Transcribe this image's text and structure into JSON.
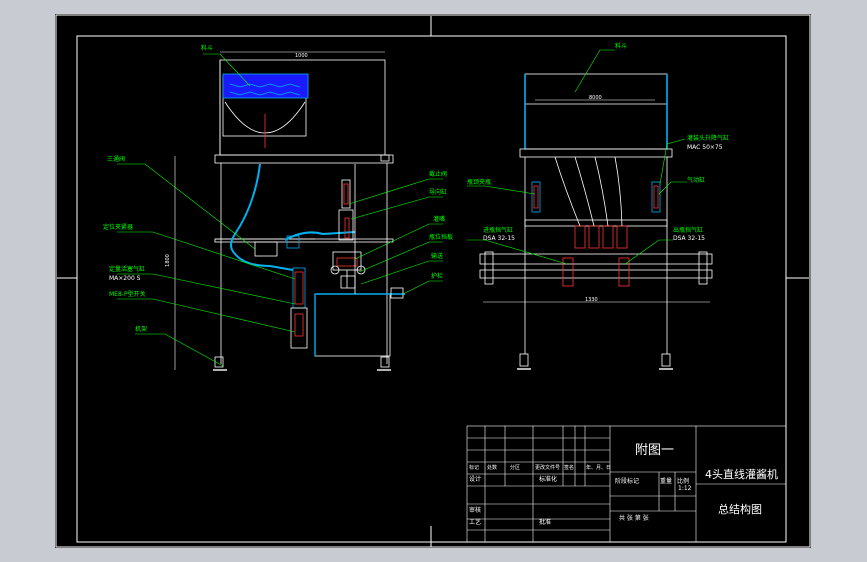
{
  "title_block": {
    "appendix": "附图一",
    "machine_name": "4头直线灌酱机",
    "drawing_name": "总结构图",
    "scale": "1:12",
    "marks_row": [
      "标记",
      "处数",
      "分区",
      "更改文件号",
      "签名",
      "年、月、日"
    ],
    "design": "设计",
    "standardization": "标准化",
    "stage_label": "阶段标记",
    "weight_label": "重量",
    "scale_label": "比例",
    "review": "审核",
    "process": "工艺",
    "approve": "批准",
    "sheets_label": "共  张  第  张"
  },
  "front_view": {
    "top_width_dim": "1000",
    "height_dim": "1800",
    "labels": {
      "hopper": "料斗",
      "tee": "三通阀",
      "fixing_clamp": "定位夹紧器",
      "main_cylinder": "定量活塞气缸",
      "main_cylinder_spec": "MA×200 S",
      "proximity_switch": "ME8-P型开关",
      "frame": "机架",
      "stop_valve": "截止阀",
      "nozzle_cylinder": "导向缸",
      "nozzle": "灌嘴",
      "bottle_stopper": "瓶位挡板",
      "conveyor": "输送",
      "guide_rail": "护栏"
    }
  },
  "side_view": {
    "top_width_dim": "8000",
    "bottom_width_dim": "1330",
    "labels": {
      "hopper": "料斗",
      "lift_cylinder": "灌装头升降气缸",
      "lift_cylinder_spec": "MAC 50×75",
      "guide_cylinder": "气动缸",
      "bottle_clamp_cylinder": "瓶颈夹瓶",
      "entry_stop_cylinder": "进瓶挡气缸",
      "entry_stop_spec": "DSA 32-15",
      "exit_stop_cylinder": "出瓶挡气缸",
      "exit_stop_spec": "DSA 32-15"
    }
  },
  "colors": {
    "sheet": "#000000",
    "outline": "#ffffff",
    "leader": "#00ff00",
    "pipe": "#00b0f0",
    "accent": "#ff3333",
    "hopper_fill": "#1a1aff"
  }
}
